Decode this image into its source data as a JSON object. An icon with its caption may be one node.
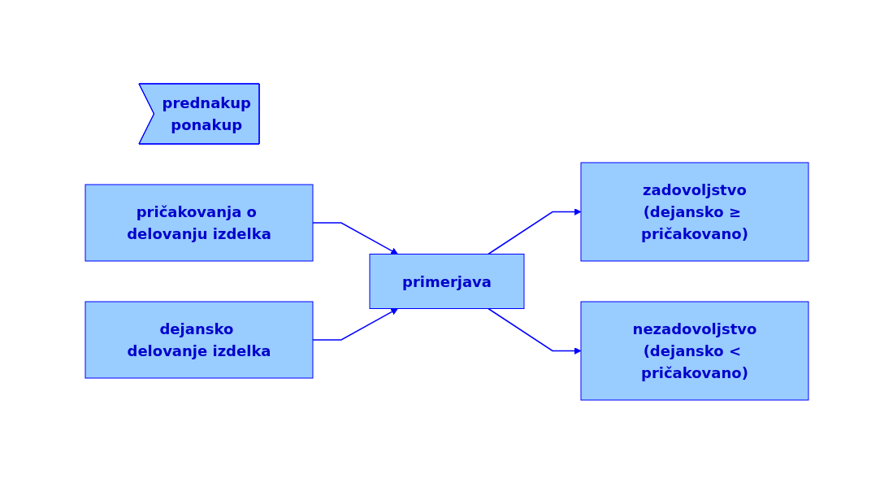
{
  "diagram": {
    "nodes": [
      {
        "text": [
          "prednakup",
          "ponakup"
        ]
      },
      {
        "text": [
          "pričakovanja o delovanju izdelka"
        ]
      },
      {
        "text": [
          "primerjava"
        ]
      },
      {
        "text": [
          "dejansko delovanje izdelka"
        ]
      },
      {
        "text": [
          "zadovoljstvo",
          "(dejansko ≥ pričakovano)"
        ]
      },
      {
        "text": [
          "nezadovoljstvo",
          "(dejansko < pričakovano)"
        ]
      }
    ],
    "edges": [
      {
        "from": 1,
        "to": 2,
        "arrow": "to"
      },
      {
        "from": 3,
        "to": 2,
        "arrow": "to"
      },
      {
        "from": 2,
        "to": 4,
        "arrow": "to"
      },
      {
        "from": 2,
        "to": 5,
        "arrow": "to"
      }
    ]
  }
}
